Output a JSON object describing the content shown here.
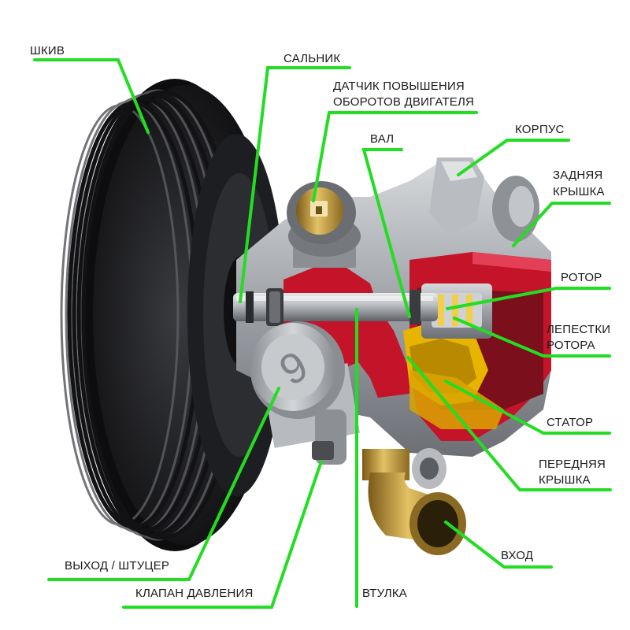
{
  "colors": {
    "leader": "#22dd22",
    "housing_cut": "#c3142a",
    "metal": "#a9acb0",
    "pulley": "#1b1c1f",
    "brass": "#c9a23a",
    "stator": "#e7b400"
  },
  "labels": {
    "pulley": "ШКИВ",
    "oil_seal": "САЛЬНИК",
    "rpm_sensor_line1": "ДАТЧИК ПОВЫШЕНИЯ",
    "rpm_sensor_line2": "ОБОРОТОВ ДВИГАТЕЛЯ",
    "shaft": "ВАЛ",
    "body": "КОРПУС",
    "rear_cover_line1": "ЗАДНЯЯ",
    "rear_cover_line2": "КРЫШКА",
    "rotor": "РОТОР",
    "rotor_vanes_line1": "ЛЕПЕСТКИ",
    "rotor_vanes_line2": "РОТОРА",
    "stator": "СТАТОР",
    "front_cover_line1": "ПЕРЕДНЯЯ",
    "front_cover_line2": "КРЫШКА",
    "inlet": "ВХОД",
    "outlet": "ВЫХОД / ШТУЦЕР",
    "pressure_valve": "КЛАПАН ДАВЛЕНИЯ",
    "bushing": "ВТУЛКА",
    "fitting_digit": "9"
  }
}
